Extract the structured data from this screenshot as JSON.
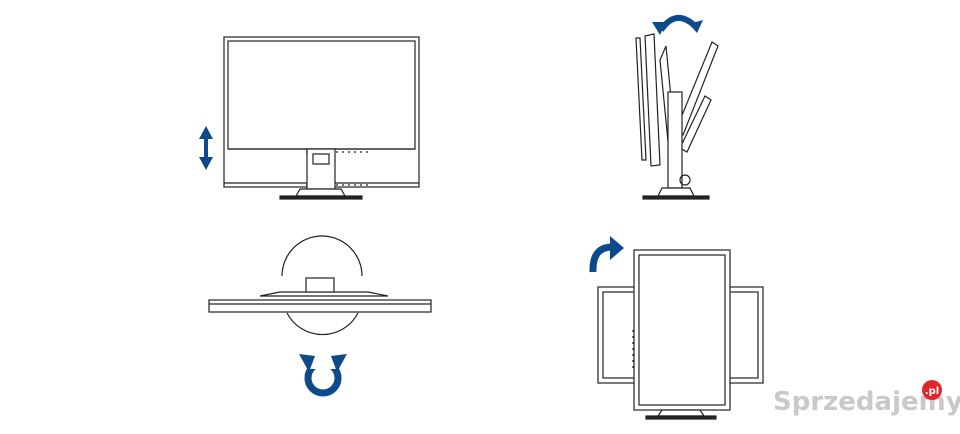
{
  "panels": [
    {
      "name": "height-adjust",
      "motion": "up-down"
    },
    {
      "name": "tilt",
      "motion": "tilt"
    },
    {
      "name": "swivel",
      "motion": "swivel"
    },
    {
      "name": "pivot",
      "motion": "rotate"
    }
  ],
  "colors": {
    "line": "#222222",
    "arrow": "#0d4a8c",
    "watermark_gray": "#c9c9c9",
    "watermark_red": "#e0262b"
  },
  "watermark": {
    "brand": "Sprzedajemy",
    "tld": ".pl"
  }
}
